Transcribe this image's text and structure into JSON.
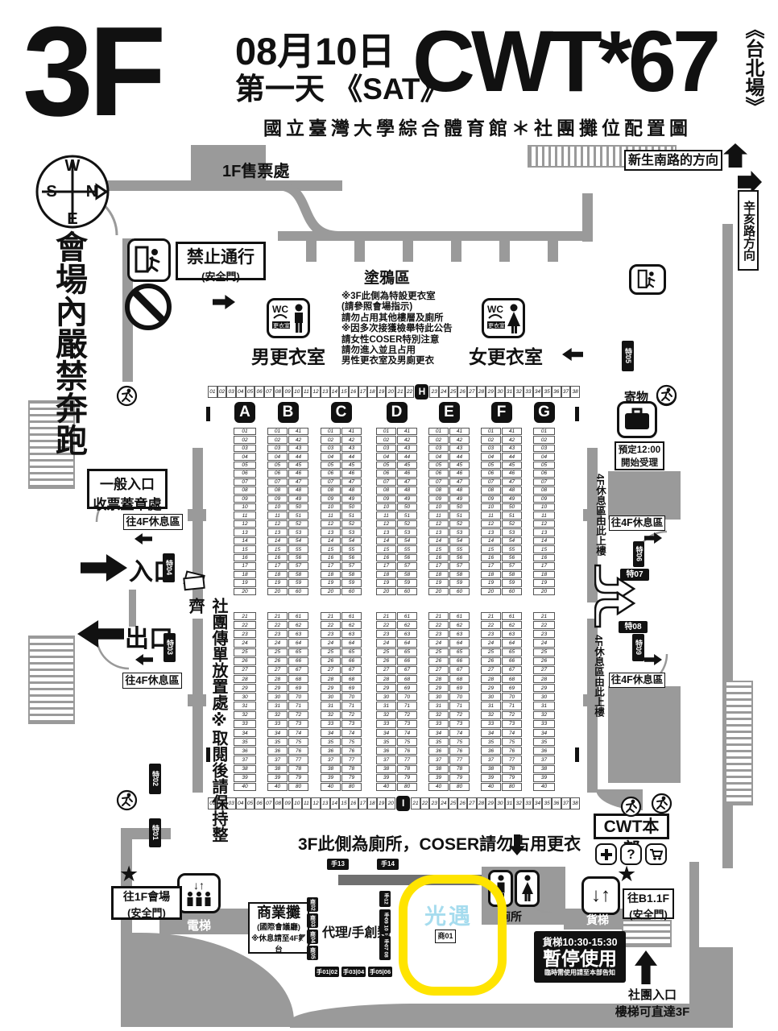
{
  "header": {
    "floor": "3F",
    "date": "08月10日",
    "day": "第一天 《SAT》",
    "event": "CWT*67",
    "venue_tag": "《台北場》",
    "subtitle": "國立臺灣大學綜合體育館＊社團攤位配置圖"
  },
  "compass": {
    "up": "W",
    "right": "N",
    "down": "E",
    "left": "S"
  },
  "top": {
    "ticket_office": "1F售票處",
    "no_pass": "禁止通行",
    "no_pass_sub": "(安全門)",
    "graffiti": "塗鴉區",
    "road_north": "新生南路的方向",
    "road_east": "辛亥路方向"
  },
  "left": {
    "no_running": "會場內嚴禁奔跑",
    "general_entrance_l1": "一般入口",
    "general_entrance_l2": "收票蓋章處",
    "to_4f_rest": "往4F休息區",
    "entrance": "入口",
    "exit": "出口",
    "flyer_area": "社團傳單放置處※取閱後請保持整齊",
    "to_1f_l1": "往1F會場",
    "to_1f_l2": "(安全門)",
    "elevator": "電梯"
  },
  "changing": {
    "men": "男更衣室",
    "women": "女更衣室",
    "wc": "WC",
    "room_tag": "更衣室",
    "notice": [
      "※3F此側為特設更衣室",
      "(請參照會場指示)",
      "請勿占用其他樓層及廁所",
      "※因多次接獲檢舉特此公告",
      "請女性COSER特別注意",
      "請勿進入並且占用",
      "男性更衣室及男廁更衣"
    ]
  },
  "right": {
    "luggage": "寄物",
    "luggage_note_l1": "預定12:00",
    "luggage_note_l2": "開始受理",
    "rest_stairs": "4F休息區由此上樓",
    "to_4f_rest": "往4F休息區",
    "hq": "CWT本部",
    "to_b1_l1": "往B1.1F",
    "to_b1_l2": "(安全門)",
    "freight_elevator": "貨梯",
    "freight_notice_l1": "貨梯10:30-15:30",
    "freight_notice_l2": "暫停使用",
    "freight_notice_l3": "臨時需使用請至本部告知",
    "club_entrance_l1": "社團入口",
    "club_entrance_l2": "樓梯可直達3F"
  },
  "bottom": {
    "toilet_notice": "3F此側為廁所，COSER請勿占用更衣",
    "toilet": "廁所",
    "commercial_l1": "商業攤",
    "commercial_l2": "(國際會議廳)",
    "commercial_l3": "※休息請至4F舞台",
    "agency": "代理/手創類",
    "sky_label": "光遇",
    "sky_booth": "商01",
    "sky_color": "#a6dcee",
    "highlight_color": "#ffe400"
  },
  "badges": {
    "special": [
      "特01",
      "特02",
      "特03",
      "特04",
      "特05",
      "特06",
      "特07",
      "特08",
      "特09"
    ],
    "biz": [
      "商02",
      "商03",
      "商04",
      "商05"
    ],
    "hand_v": [
      "手12",
      "手09 10",
      "手07 08"
    ],
    "hand_h": [
      "手01|02",
      "手03|04",
      "手05|06"
    ],
    "hand_top": [
      "手13",
      "手14"
    ]
  },
  "booths": {
    "strip_top": {
      "left_start": 1,
      "left_end": 22,
      "mid": "H",
      "right_start": 23,
      "right_end": 38
    },
    "strip_bottom": {
      "left_start": 1,
      "left_end": 20,
      "mid": "I",
      "right_start": 21,
      "right_end": 38
    },
    "columns": [
      {
        "label": "A",
        "upper": [
          [
            1,
            20
          ]
        ],
        "lower": [
          [
            21,
            40
          ]
        ]
      },
      {
        "label": "B",
        "upper": [
          [
            1,
            20
          ],
          [
            41,
            60
          ]
        ],
        "lower": [
          [
            21,
            40
          ],
          [
            61,
            80
          ]
        ]
      },
      {
        "label": "C",
        "upper": [
          [
            1,
            20
          ],
          [
            41,
            60
          ]
        ],
        "lower": [
          [
            21,
            40
          ],
          [
            61,
            80
          ]
        ]
      },
      {
        "label": "D",
        "upper": [
          [
            1,
            20
          ],
          [
            41,
            60
          ]
        ],
        "lower": [
          [
            21,
            40
          ],
          [
            61,
            80
          ]
        ]
      },
      {
        "label": "E",
        "upper": [
          [
            1,
            20
          ],
          [
            41,
            60
          ]
        ],
        "lower": [
          [
            21,
            40
          ],
          [
            61,
            80
          ]
        ]
      },
      {
        "label": "F",
        "upper": [
          [
            1,
            20
          ],
          [
            41,
            60
          ]
        ],
        "lower": [
          [
            21,
            40
          ],
          [
            61,
            80
          ]
        ]
      },
      {
        "label": "G",
        "upper": [
          [
            1,
            20
          ]
        ],
        "lower": [
          [
            21,
            40
          ]
        ]
      }
    ]
  }
}
